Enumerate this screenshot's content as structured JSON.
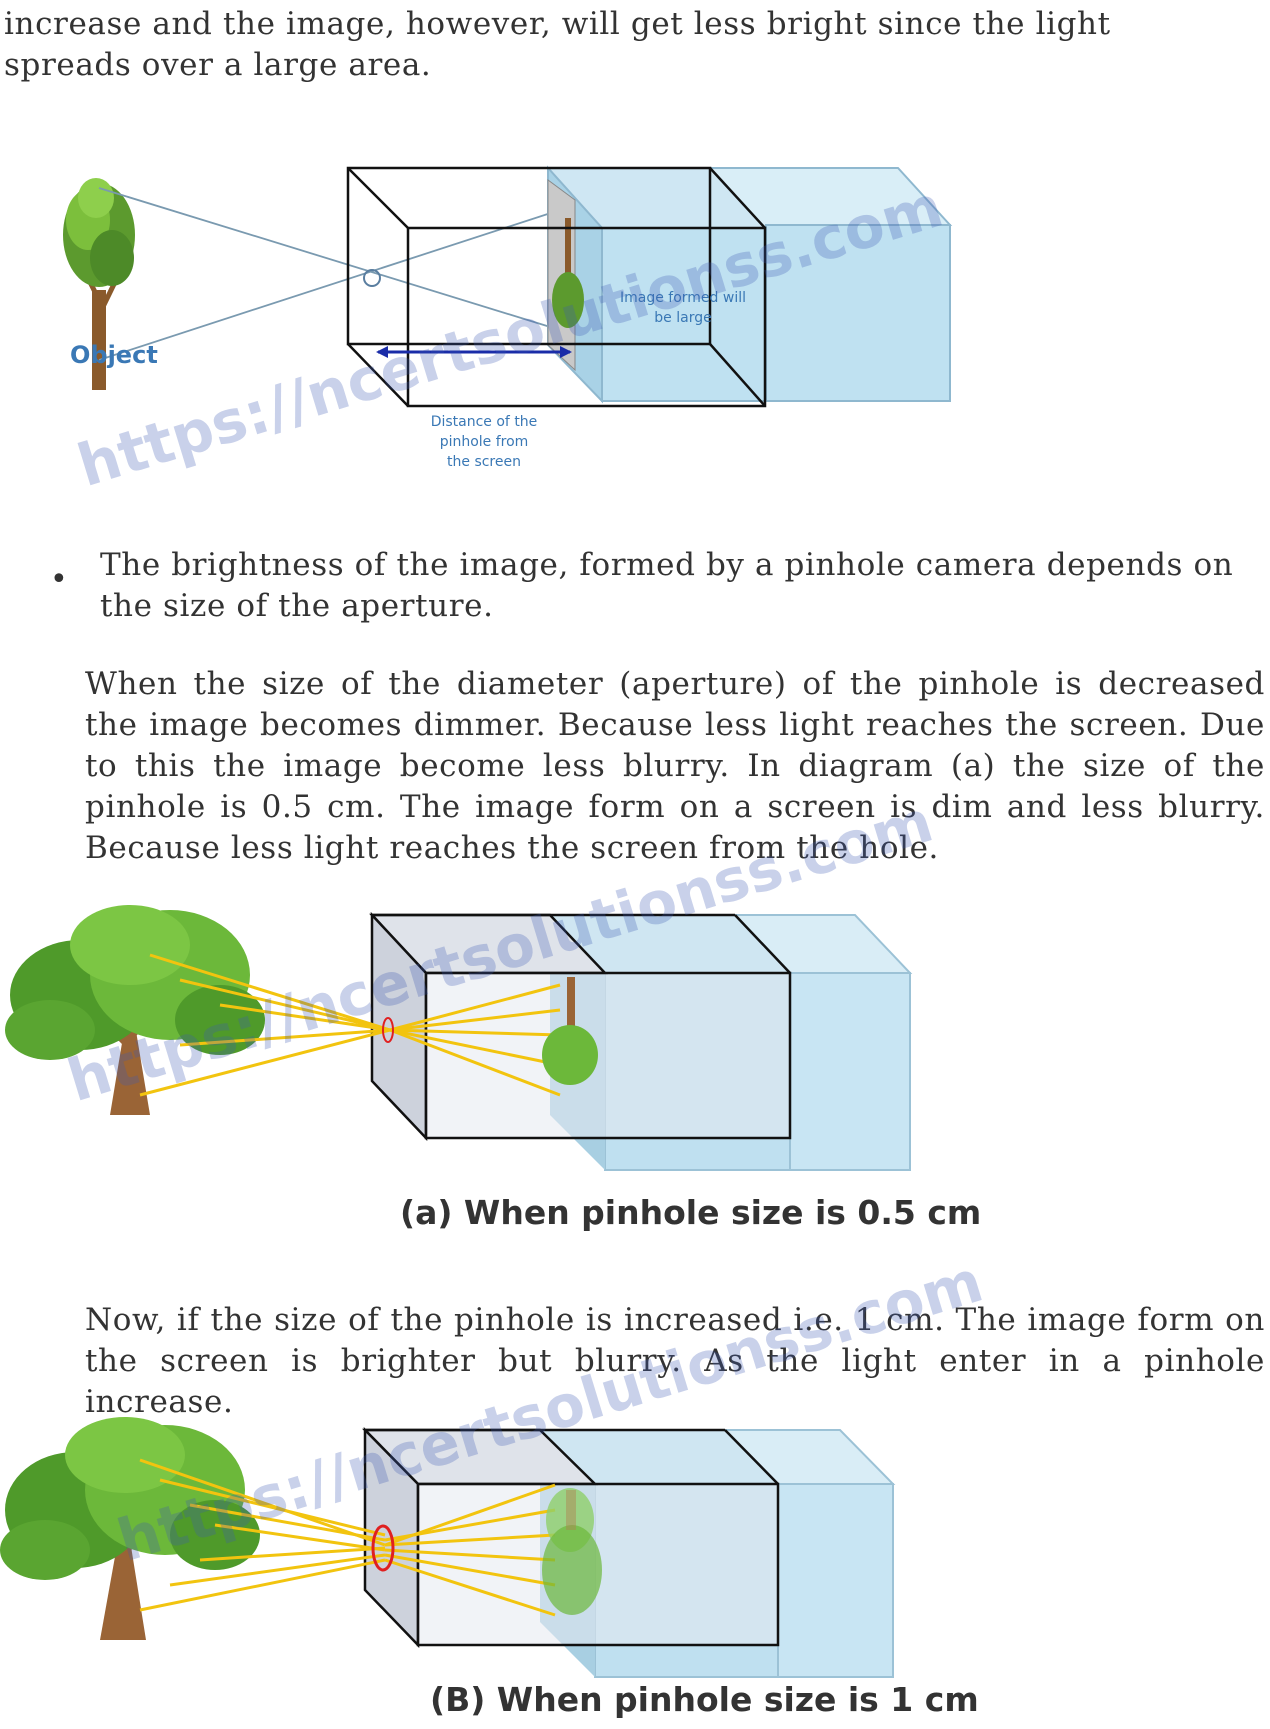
{
  "text": {
    "p_top": "increase and the image, however, will get less bright since the light spreads over a large area.",
    "bullet": "The brightness of the image, formed by a pinhole camera depends on the size of the aperture.",
    "p_middle": "When the size of the diameter (aperture) of the pinhole is decreased the image becomes dimmer. Because less light reaches the screen. Due to this the image become less blurry. In diagram (a) the size of the pinhole is 0.5 cm. The image form on a screen is dim and less blurry. Because less light reaches the screen from the hole.",
    "p_bottom": "Now, if the size of the pinhole is increased i.e. 1 cm. The image form on the screen is brighter but blurry. As the light enter in a pinhole increase."
  },
  "figure1": {
    "object_label": "Object",
    "image_label_line1": "Image formed will",
    "image_label_line2": "be large",
    "distance_label_line1": "Distance of the",
    "distance_label_line2": "pinhole from",
    "distance_label_line3": "the screen"
  },
  "figure2": {
    "caption": "(a) When pinhole size is 0.5 cm"
  },
  "figure3": {
    "caption": "(B) When pinhole size is 1 cm"
  },
  "watermark": "https://ncertsolutionss.com",
  "colors": {
    "ray_yellow": "#f2c40f",
    "label_blue": "#3a78b5",
    "box_light": "#d9e9f4",
    "box_blue": "#bfe1f1",
    "pinhole_red": "#e02020"
  }
}
